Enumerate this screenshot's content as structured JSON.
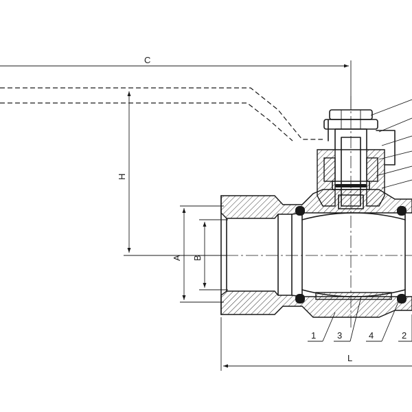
{
  "dimensions": {
    "c": "C",
    "h": "H",
    "a": "A",
    "b": "B",
    "l": "L"
  },
  "callouts": [
    {
      "number": "1"
    },
    {
      "number": "3"
    },
    {
      "number": "4"
    },
    {
      "number": "2"
    }
  ]
}
